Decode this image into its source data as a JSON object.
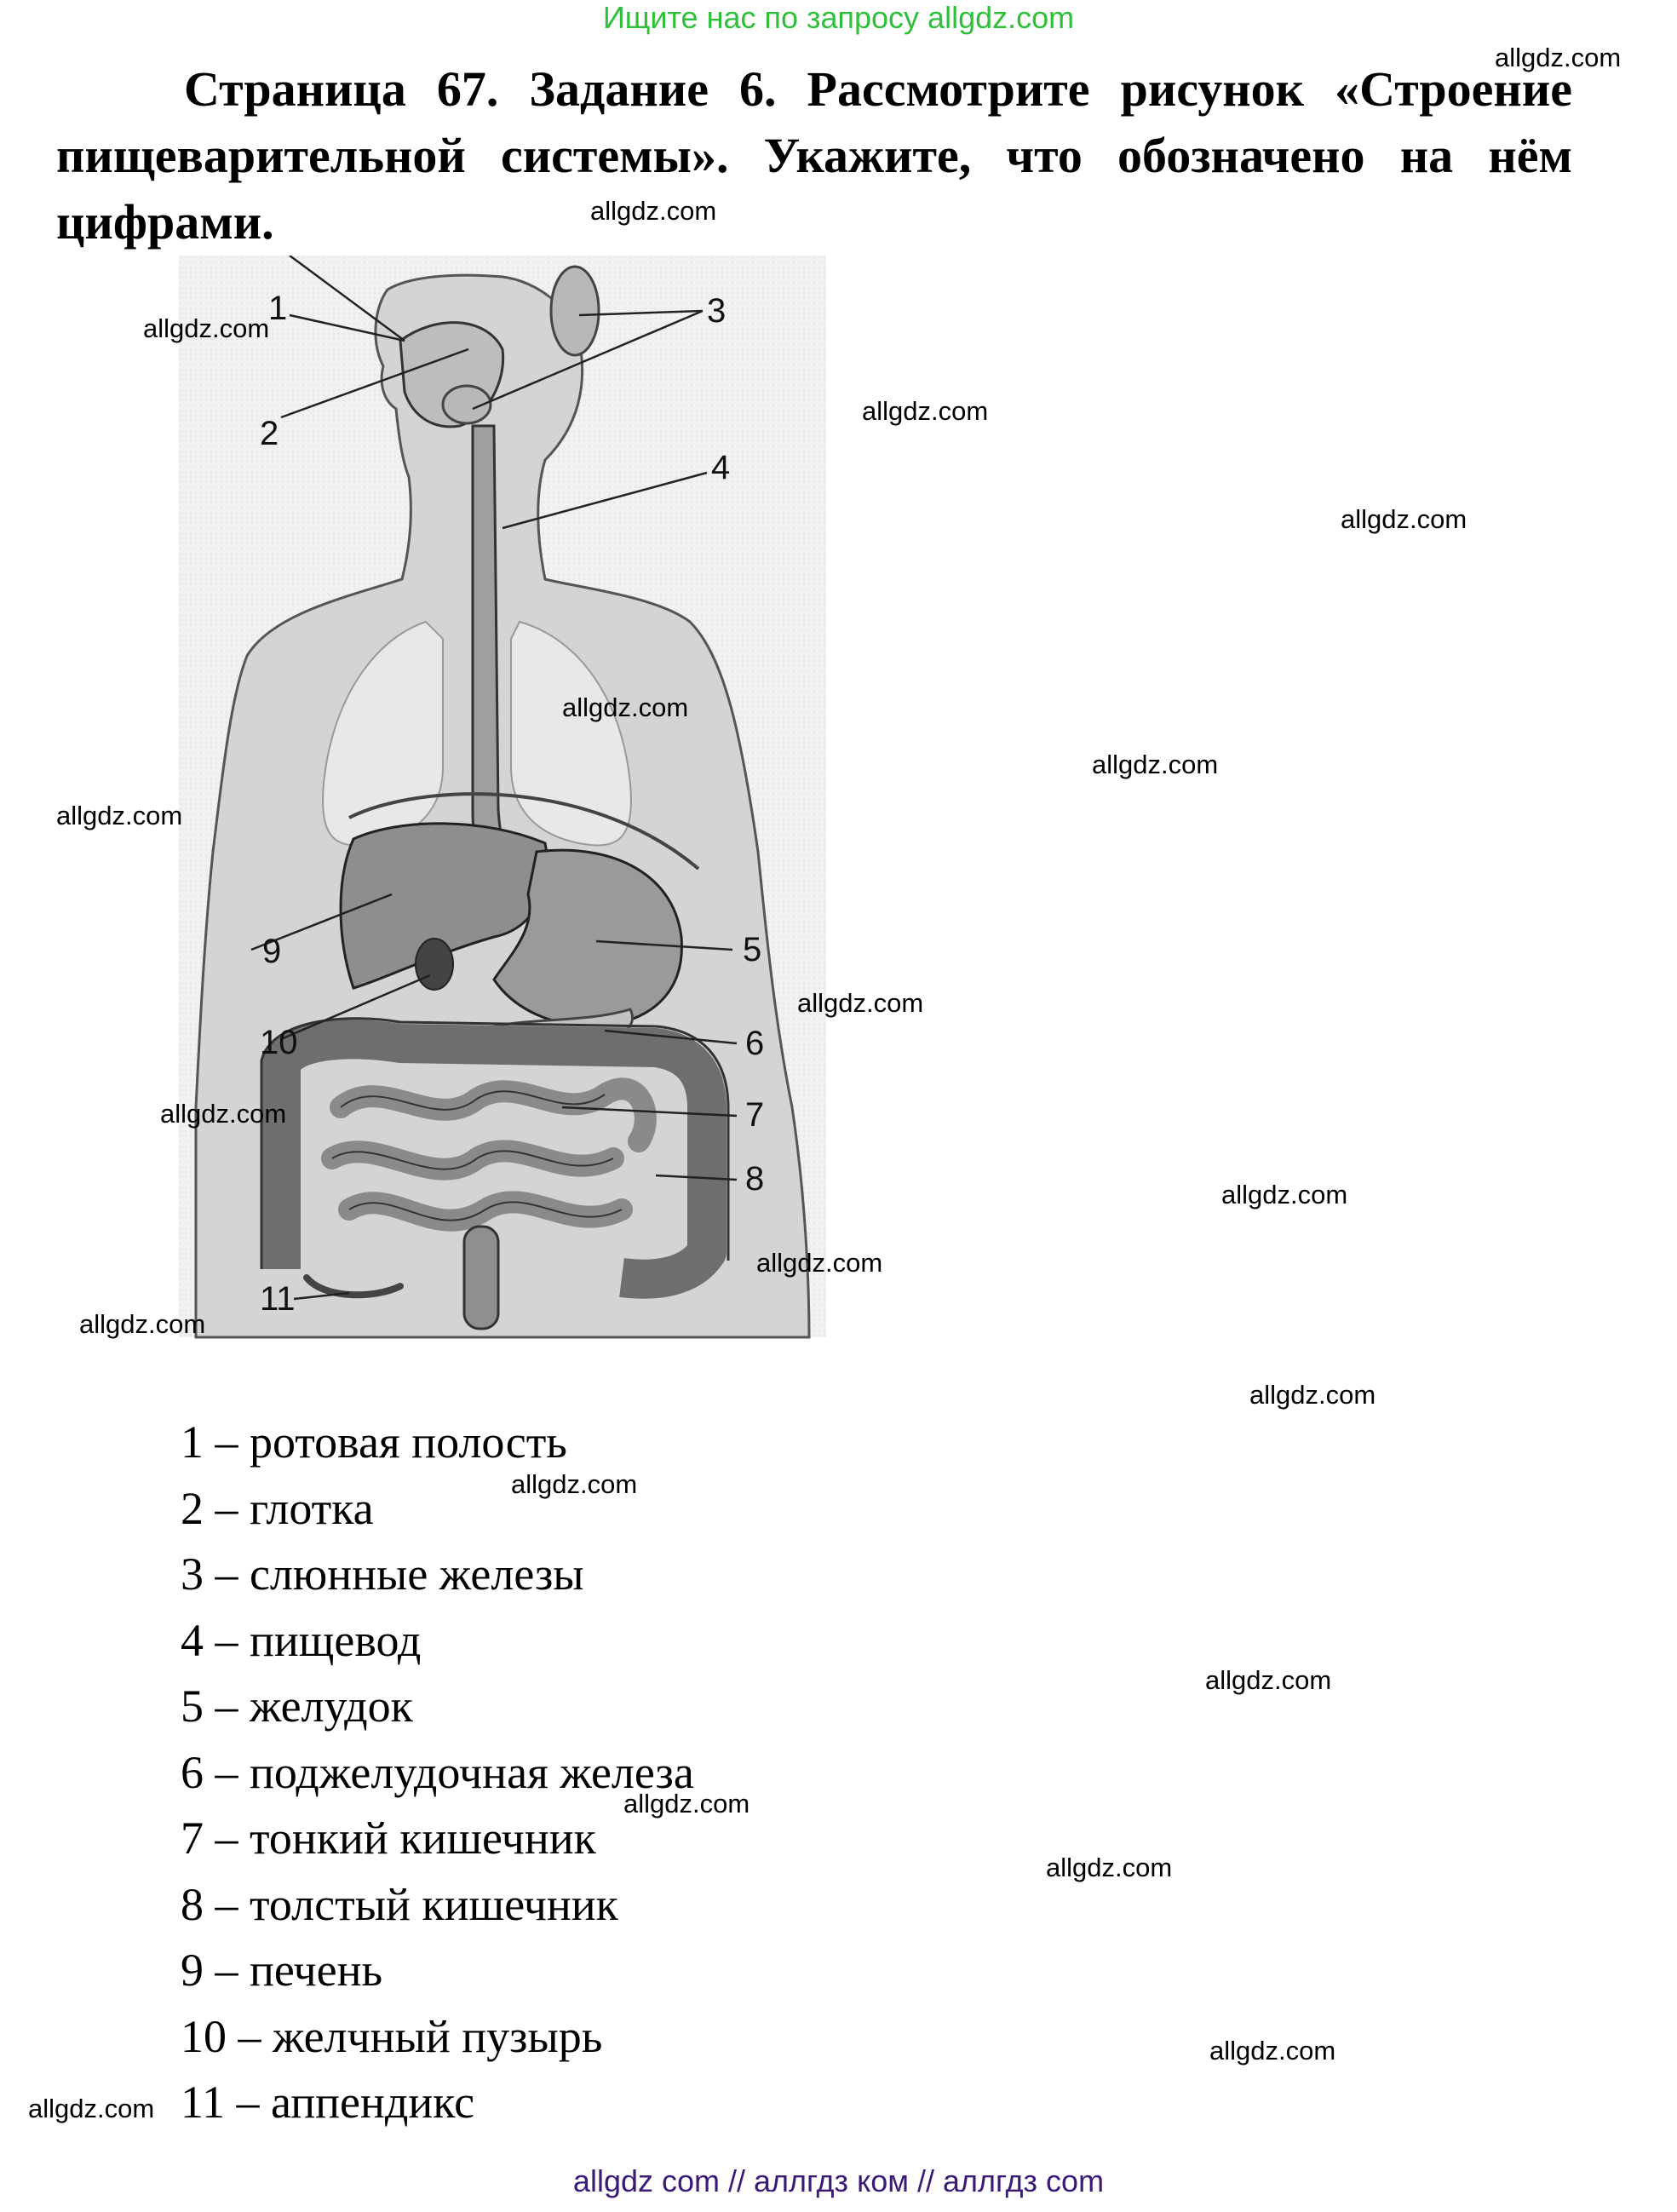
{
  "site": {
    "banner": "Ищите нас по запросу allgdz.com",
    "watermark": "allgdz.com",
    "footer": "allgdz com  //  аллгдз ком  //  аллгдз com"
  },
  "task": {
    "text": "Страница 67. Задание 6. Рассмотрите рисунок «Строение пищеварительной системы». Укажите, что обозначено на нём цифрами."
  },
  "figure": {
    "labels": [
      "1",
      "2",
      "3",
      "4",
      "5",
      "6",
      "7",
      "8",
      "9",
      "10",
      "11"
    ]
  },
  "answers": [
    "1 – ротовая полость",
    "2 – глотка",
    "3 – слюнные железы",
    "4 – пищевод",
    "5 – желудок",
    "6 – поджелудочная железа",
    "7 – тонкий кишечник",
    "8 – толстый кишечник",
    "9 – печень",
    "10 – желчный пузырь",
    "11 – аппендикс"
  ]
}
